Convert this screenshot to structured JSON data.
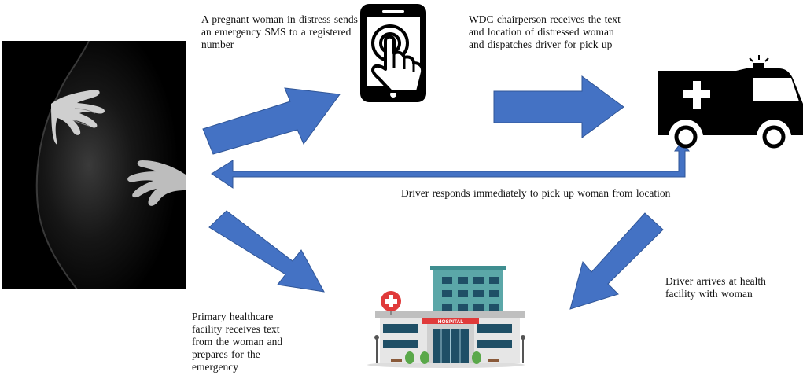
{
  "captions": {
    "sms": "A pregnant woman in distress sends an emergency SMS to a registered number",
    "wdc": "WDC chairperson receives the text and location of distressed woman and dispatches driver for pick up",
    "driver_responds": "Driver responds immediately to pick up woman from location",
    "driver_arrives": "Driver arrives at health facility with woman",
    "facility": "Primary healthcare facility receives text from the woman and prepares for the emergency"
  },
  "hospital_sign": "HOSPITAL",
  "colors": {
    "arrow": "#4472c4",
    "arrow_edge": "#2f5597",
    "black": "#000000",
    "hospital_red": "#e03a3a",
    "hospital_teal": "#5ba7a8"
  },
  "icons": [
    "pregnant-woman-photo",
    "smartphone-tap-icon",
    "ambulance-icon",
    "hospital-building-icon"
  ]
}
